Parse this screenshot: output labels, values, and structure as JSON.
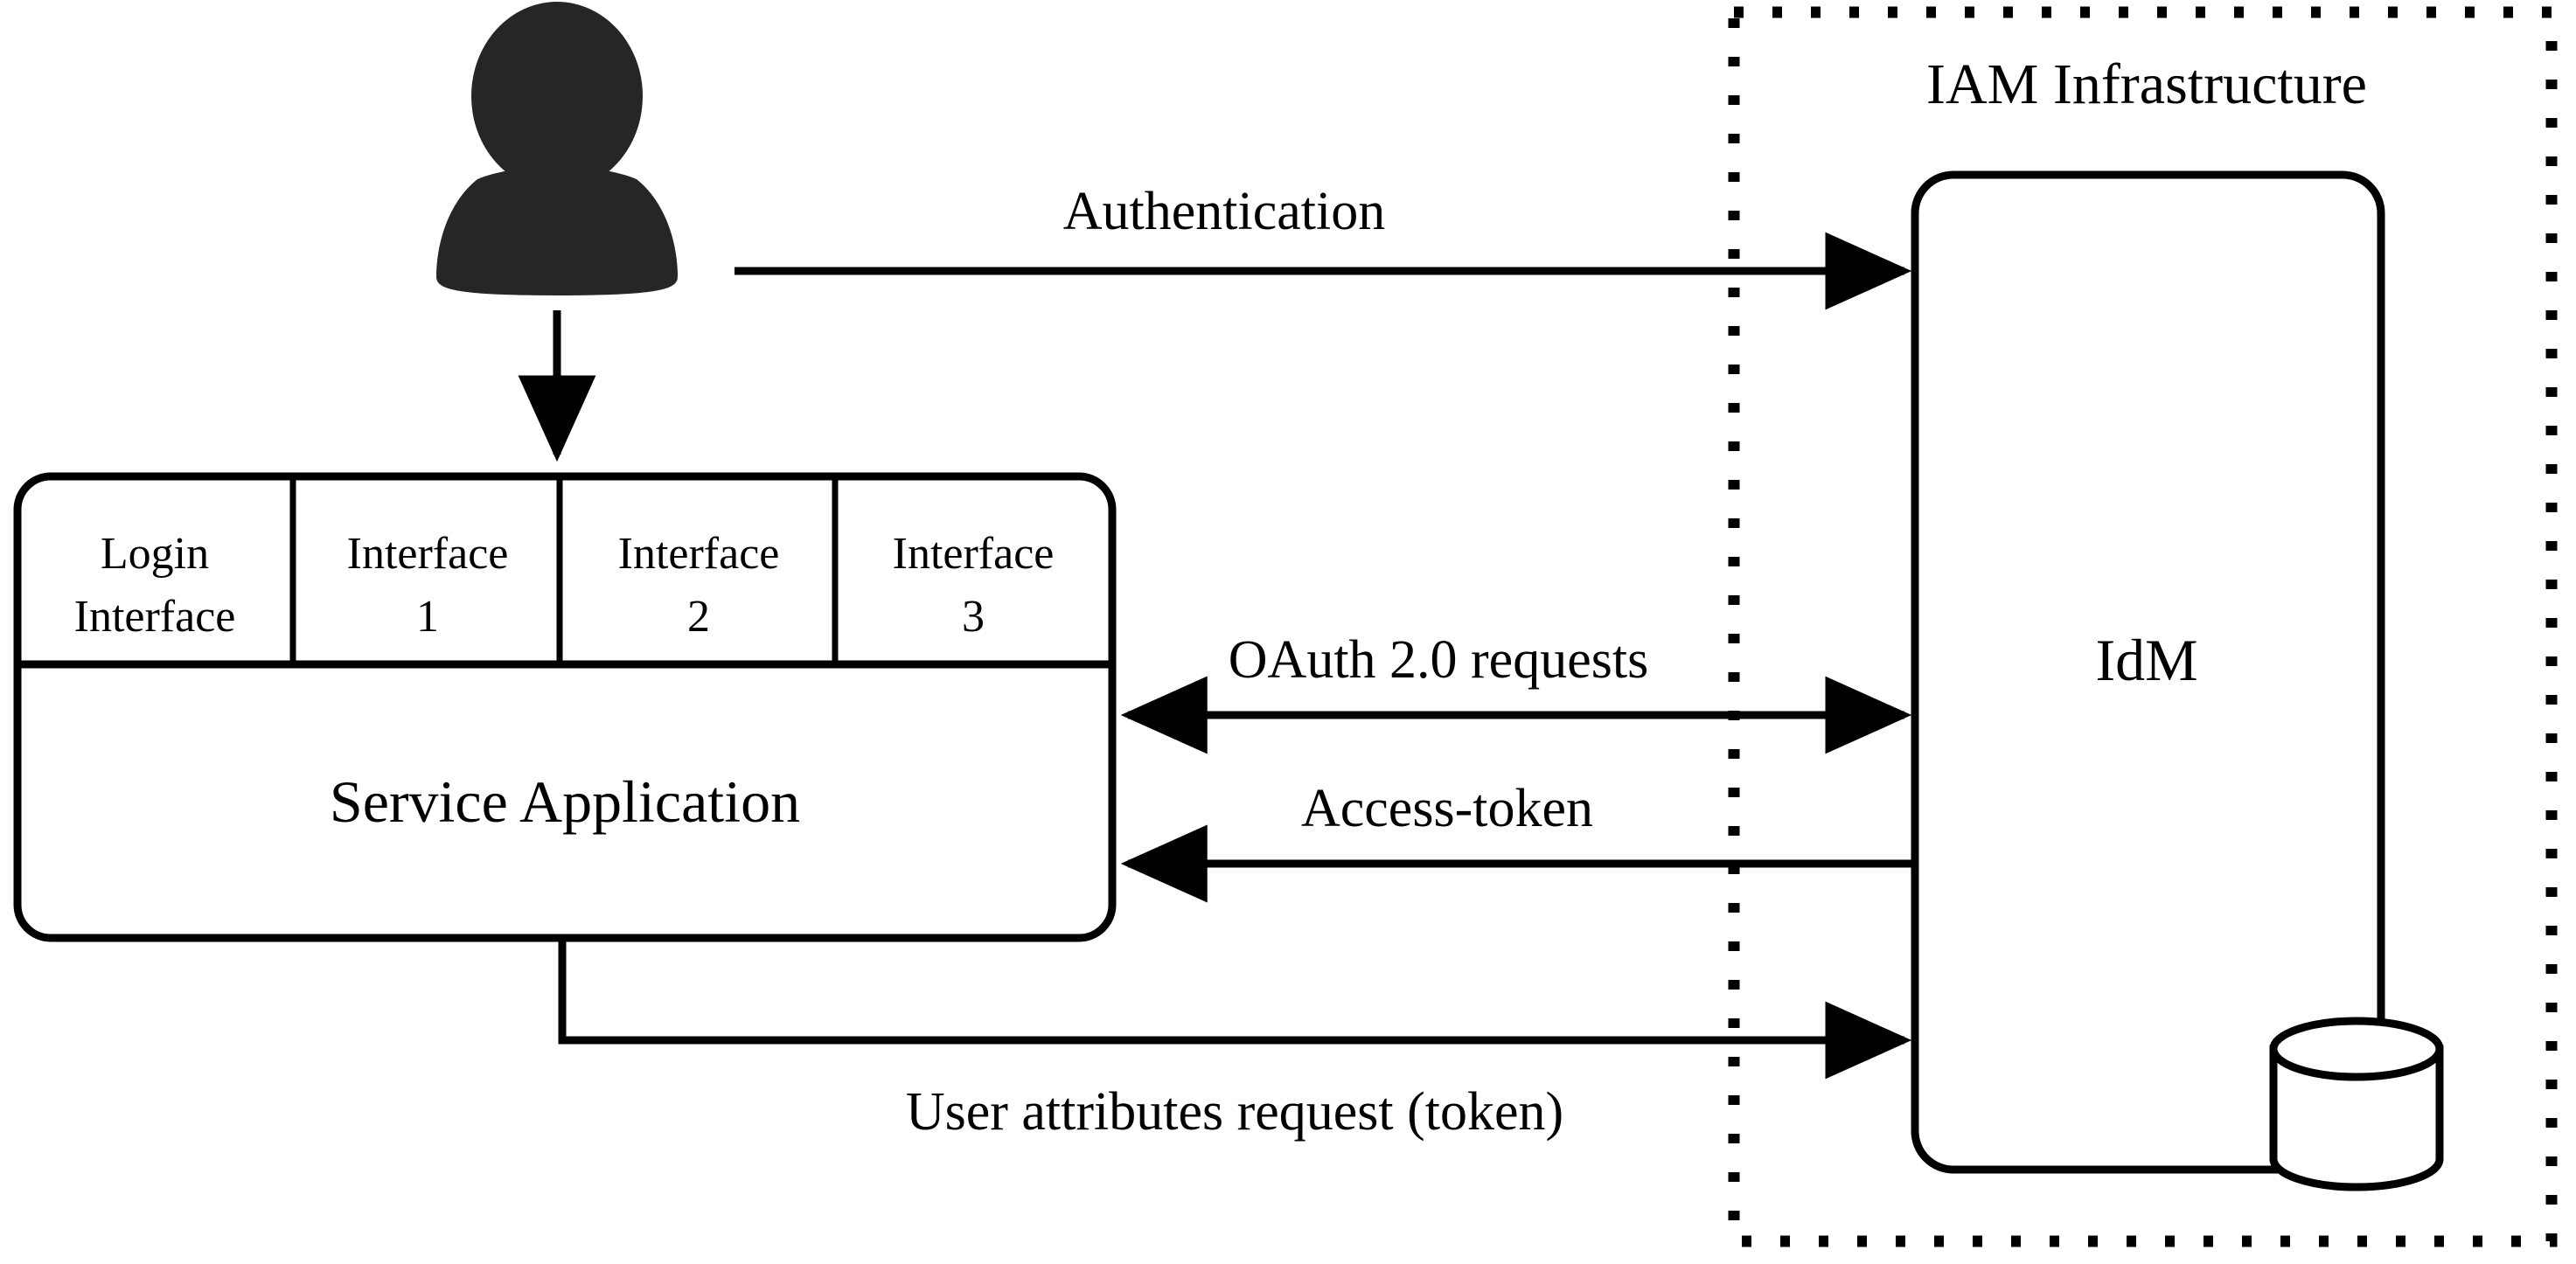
{
  "diagram": {
    "title": "IAM Infrastructure",
    "actor": {
      "icon": "user-person-icon",
      "label": ""
    },
    "service_application": {
      "label": "Service Application",
      "interfaces": [
        {
          "line1": "Login",
          "line2": "Interface"
        },
        {
          "line1": "Interface",
          "line2": "1"
        },
        {
          "line1": "Interface",
          "line2": "2"
        },
        {
          "line1": "Interface",
          "line2": "3"
        }
      ]
    },
    "idm": {
      "label": "IdM",
      "datastore_icon": "database-cylinder-icon"
    },
    "flows": [
      {
        "id": "authentication",
        "label": "Authentication",
        "direction": "right"
      },
      {
        "id": "oauth-requests",
        "label": "OAuth 2.0 requests",
        "direction": "both"
      },
      {
        "id": "access-token",
        "label": "Access-token",
        "direction": "left"
      },
      {
        "id": "user-attributes-request",
        "label": "User attributes request (token)",
        "direction": "right"
      },
      {
        "id": "user-to-service",
        "label": "",
        "direction": "down"
      }
    ],
    "colors": {
      "stroke": "#000000",
      "actor_fill": "#262626",
      "background": "#ffffff"
    }
  }
}
